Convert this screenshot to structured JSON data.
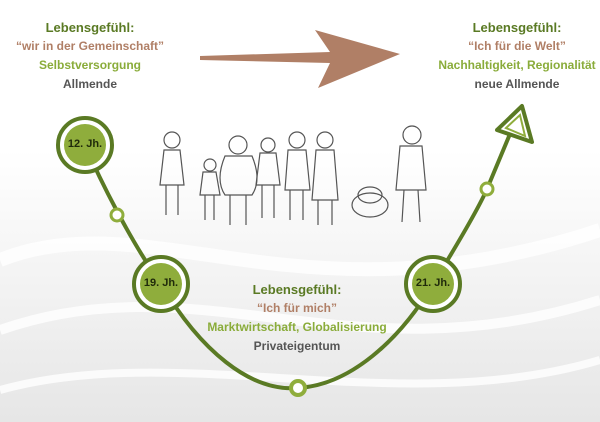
{
  "left": {
    "title": "Lebensgefühl:",
    "quote": "“wir in der Gemeinschaft”",
    "line1": "Selbstversorgung",
    "line2": "Allmende"
  },
  "right": {
    "title": "Lebensgefühl:",
    "quote": "“Ich für die Welt”",
    "line1": "Nachhaltigkeit, Regionalität",
    "line2": "neue Allmende"
  },
  "middle": {
    "title": "Lebensgefühl:",
    "quote": "“Ich für mich”",
    "line1": "Marktwirtschaft, Globalisierung",
    "line2": "Privateigentum"
  },
  "eras": [
    "12. Jh.",
    "19. Jh.",
    "21. Jh."
  ],
  "colors": {
    "dark_green": "#5a7a24",
    "light_green": "#8fad3c",
    "brown_arrow": "#b07f66"
  }
}
